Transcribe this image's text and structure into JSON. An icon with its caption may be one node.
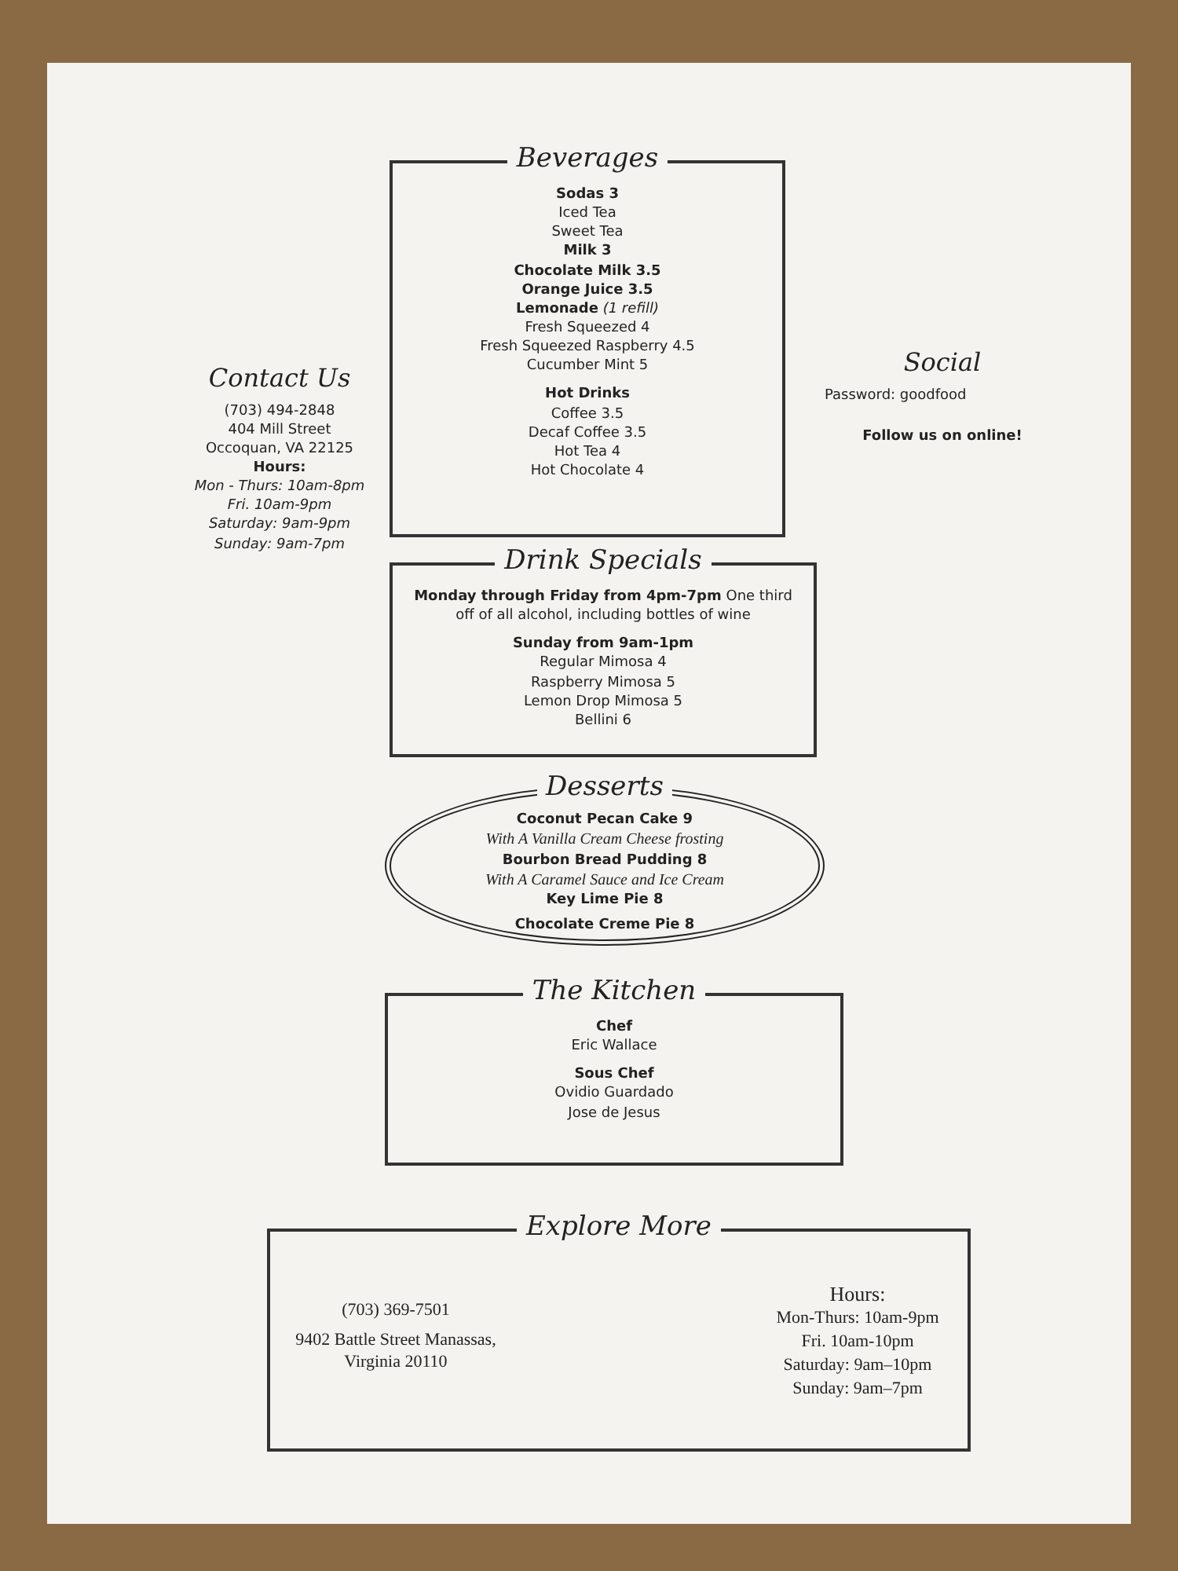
{
  "diagram": {
    "nodes": [
      {
        "text": [
          "Beverages",
          "Sodas 3",
          "Iced Tea",
          "Sweet Tea",
          "Milk 3",
          "Chocolate Milk 3.5",
          "Orange Juice 3.5",
          "**Lemonade** *(1 refill)*",
          "Fresh Squeezed 4",
          "Fresh Squeezed Raspberry 4.5",
          "Cucumber Mint 5",
          "Hot Drinks",
          "Coffee 3.5",
          "Decaf Coffee 3.5",
          "Hot Tea 4",
          "Hot Chocolate 4"
        ]
      },
      {
        "text": [
          "Drink Specials",
          "**Monday through Friday from 4pm-7pm** One third off of all alcohol, including bottles of wine",
          "Sunday from 9am-1pm",
          "Regular Mimosa 4",
          "Raspberry Mimosa 5",
          "Lemon Drop Mimosa 5",
          "Bellini 6"
        ]
      },
      {
        "text": [
          "Desserts",
          "Coconut Pecan Cake 9",
          "With A Vanilla Cream Cheese frosting",
          "Bourbon Bread Pudding 8",
          "With A Caramel Sauce and Ice Cream",
          "Key Lime Pie 8",
          "Chocolate Creme Pie 8"
        ]
      },
      {
        "text": [
          "The Kitchen",
          "Chef",
          "Eric Wallace",
          "Sous Chef",
          "Ovidio Guardado",
          "Jose de Jesus"
        ]
      },
      {
        "text": [
          "Explore More",
          "(703) 369-7501",
          "9402 Battle Street Manassas, Virginia 20110",
          "Hours:",
          "Mon-Thurs: 10am-9pm",
          "Fri. 10am-10pm",
          "Saturday: 9am–10pm",
          "Sunday: 9am–7pm"
        ]
      }
    ],
    "labels": [
      "Contact Us",
      "(703) 494-2848",
      "404 Mill Street Occoquan, VA 22125",
      "Hours:",
      "Mon - Thurs: 10am-8pm",
      "Fri. 10am-9pm",
      "Saturday: 9am-9pm",
      "Sunday: 9am-7pm",
      "Social",
      "Password: goodfood",
      "Follow us on online!"
    ]
  }
}
